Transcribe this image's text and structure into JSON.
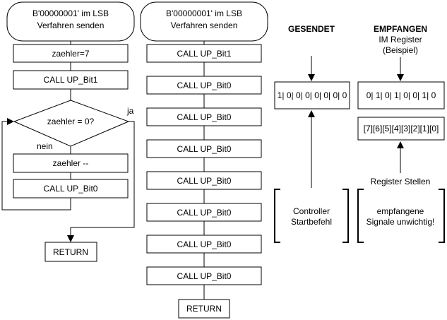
{
  "left_flow": {
    "start_line1": "B'00000001' im LSB",
    "start_line2": "Verfahren senden",
    "step1": "zaehler=7",
    "step2": "CALL UP_Bit1",
    "decision": "zaehler = 0?",
    "yes_label": "ja",
    "no_label": "nein",
    "step3": "zaehler --",
    "step4": "CALL UP_Bit0",
    "end": "RETURN"
  },
  "middle_flow": {
    "start_line1": "B'00000001' im LSB",
    "start_line2": "Verfahren senden",
    "steps": [
      "CALL UP_Bit1",
      "CALL UP_Bit0",
      "CALL UP_Bit0",
      "CALL UP_Bit0",
      "CALL UP_Bit0",
      "CALL UP_Bit0",
      "CALL UP_Bit0",
      "CALL UP_Bit0"
    ],
    "end": "RETURN"
  },
  "sent": {
    "title": "GESENDET",
    "bits": "1| 0| 0| 0| 0| 0| 0| 0",
    "note_line1": "Controller",
    "note_line2": "Startbefehl"
  },
  "received": {
    "title": "EMPFANGEN",
    "subtitle1": "IM Register",
    "subtitle2": "(Beispiel)",
    "bits": "0| 1| 0| 1| 0| 0| 1| 0",
    "positions": "[7][6][5][4][3][2][1][0]",
    "register_label": "Register Stellen",
    "note_line1": "empfangene",
    "note_line2": "Signale unwichtig!"
  }
}
